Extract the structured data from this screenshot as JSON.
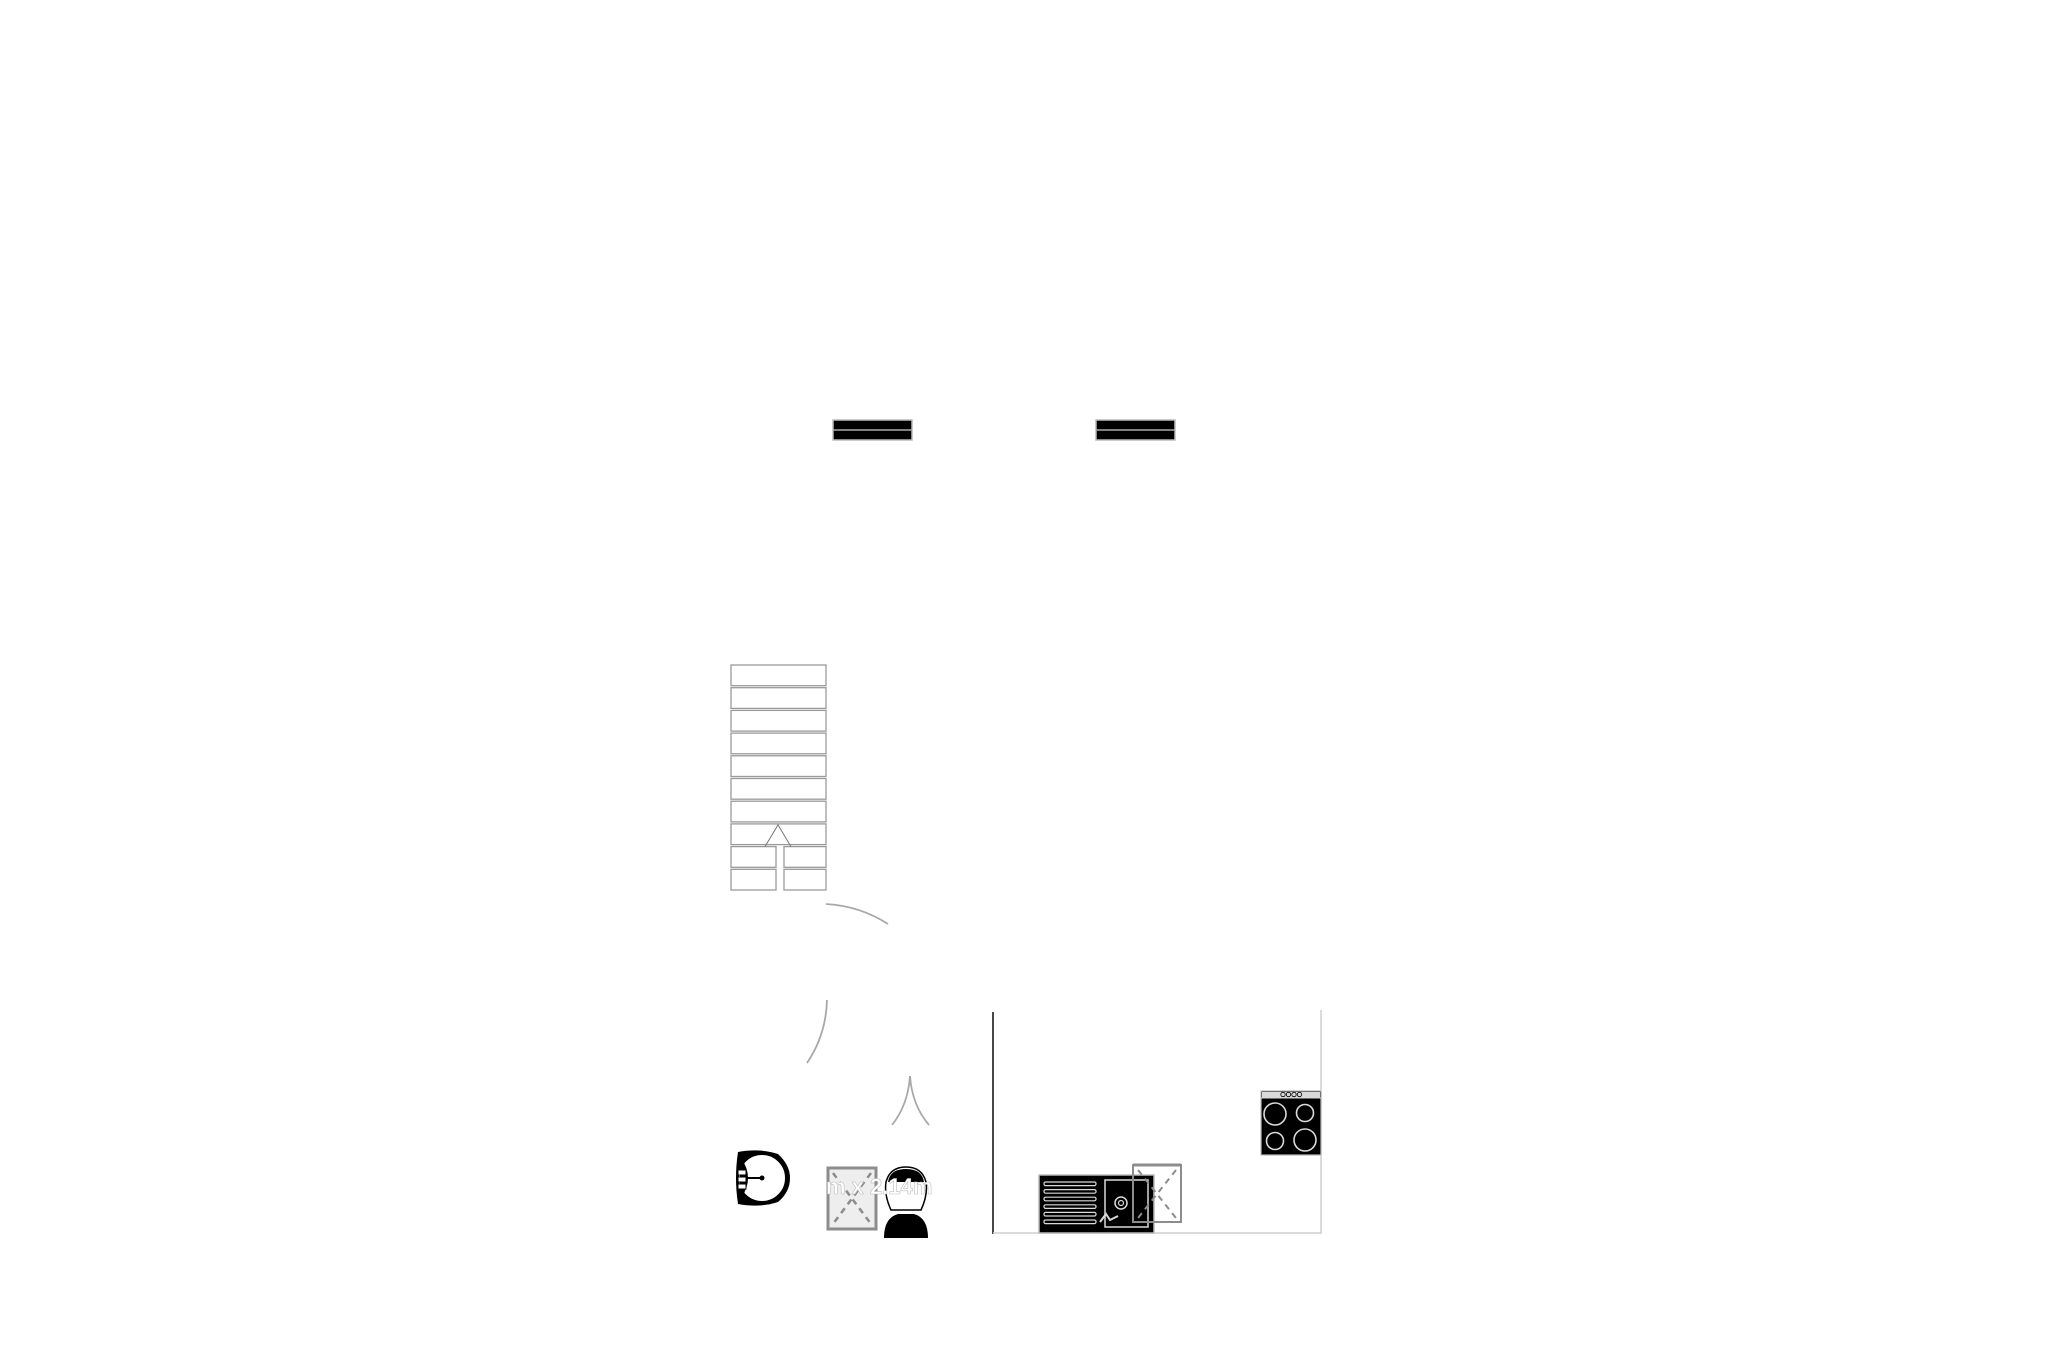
{
  "plan": {
    "type": "floor-plan",
    "background": "#ffffff",
    "colors": {
      "fixture_fill": "#000000",
      "fixture_line": "#d9d9d9",
      "wall_dark": "#333333",
      "wall_light": "#cfcfcf",
      "stair_line": "#9a9a9a",
      "door_arc": "#a8a8a8",
      "appliance_box": "#8c8c8c",
      "appliance_fill": "#eeeeee"
    },
    "elements": {
      "windows": [
        {
          "name": "window-left"
        },
        {
          "name": "window-right"
        }
      ],
      "staircase": {
        "treads": 10,
        "direction": "up"
      },
      "door_swings": [
        {
          "name": "door-swing-hall"
        },
        {
          "name": "door-swing-bathroom"
        },
        {
          "name": "door-swing-double"
        }
      ],
      "bathroom": {
        "fixtures": [
          "washbasin",
          "shower-tray",
          "toilet"
        ],
        "dimension_label": "m x 2.14m"
      },
      "kitchen": {
        "fixtures": [
          "sink-with-drainer",
          "dishwasher",
          "hob-4-ring"
        ],
        "hob_controls": 4,
        "drainer_grooves": 6
      }
    }
  }
}
